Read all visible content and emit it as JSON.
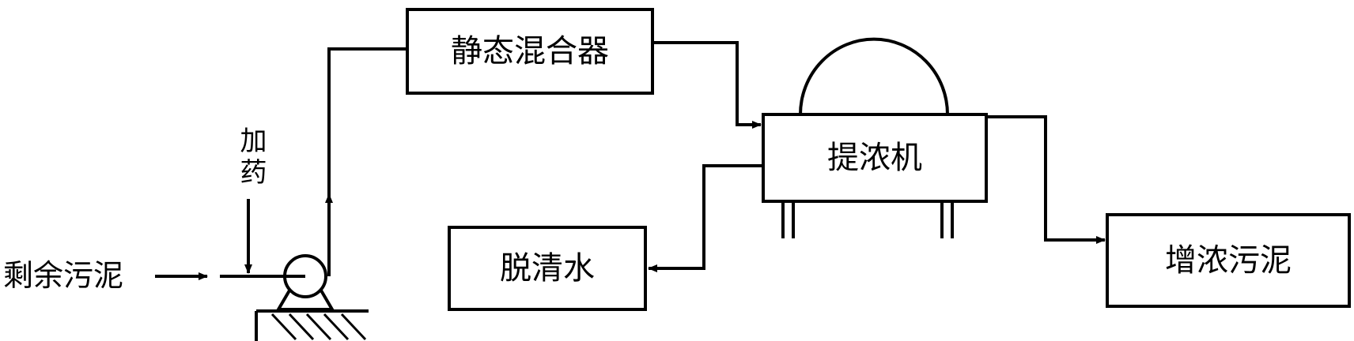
{
  "nodes": {
    "mixer": "静态混合器",
    "thickener": "提浓机",
    "clear_water": "脱清水",
    "thickened_sludge": "增浓污泥"
  },
  "inputs": {
    "residual_sludge": "剩余污泥",
    "dosing": "加药"
  },
  "colors": {
    "line": "#000000",
    "background": "#ffffff"
  }
}
